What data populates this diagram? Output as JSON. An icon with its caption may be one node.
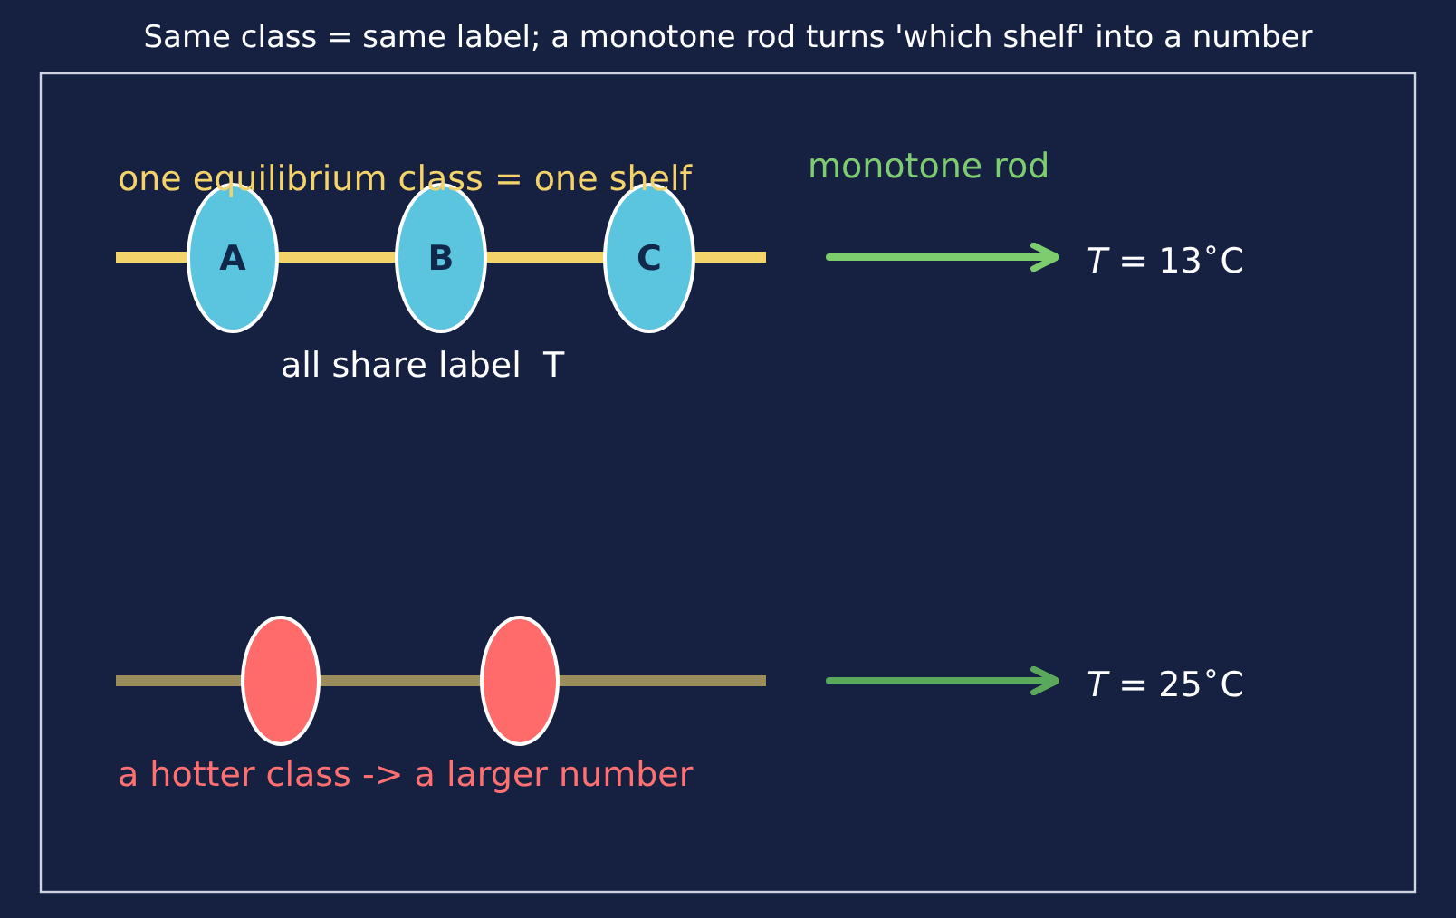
{
  "diagram": {
    "title": "Same class = same label; a monotone rod turns 'which shelf' into a number",
    "nodes": [
      {
        "text": [
          "A"
        ]
      },
      {
        "text": [
          "B"
        ]
      },
      {
        "text": [
          "C"
        ]
      },
      {
        "text": [
          "*T* = 13$^{∘}$C"
        ]
      },
      {
        "text": [],
        "shape": "circle"
      },
      {
        "text": [],
        "shape": "circle"
      },
      {
        "text": [
          "*T* = 25$^{∘}$C"
        ]
      }
    ],
    "edges": [
      {
        "from": null,
        "to": 3,
        "arrow": "to",
        "label": "monotone rod",
        "color": "#7dcc6e"
      },
      {
        "from": null,
        "to": 6,
        "arrow": "to",
        "color": "#5aa85a"
      }
    ],
    "labels": [
      "one equilibrium class = one shelf",
      "all share label  T",
      "a hotter class -> a larger number"
    ]
  }
}
